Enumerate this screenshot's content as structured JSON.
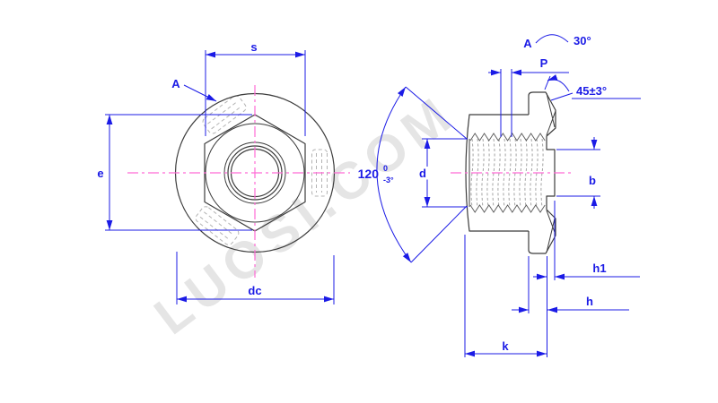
{
  "labels": {
    "watermark": "LUOSI.COM",
    "s": "s",
    "a_leader": "A",
    "e": "e",
    "dc": "dc",
    "d": "d",
    "p": "P",
    "b": "b",
    "h1": "h1",
    "h": "h",
    "k": "k",
    "angle120": "120",
    "angle120_sup": "0",
    "angle120_sub": "-3°",
    "chamfer45": "45±3°",
    "detail_a": "A",
    "detail_angle": "30°"
  },
  "colors": {
    "dimension": "#1b1be6",
    "centerline": "#ff6bd5",
    "object": "#3c3c3c",
    "serration": "#b3b3b3",
    "thread": "#999999",
    "watermark": "#e5e5e5",
    "background": "#ffffff"
  }
}
